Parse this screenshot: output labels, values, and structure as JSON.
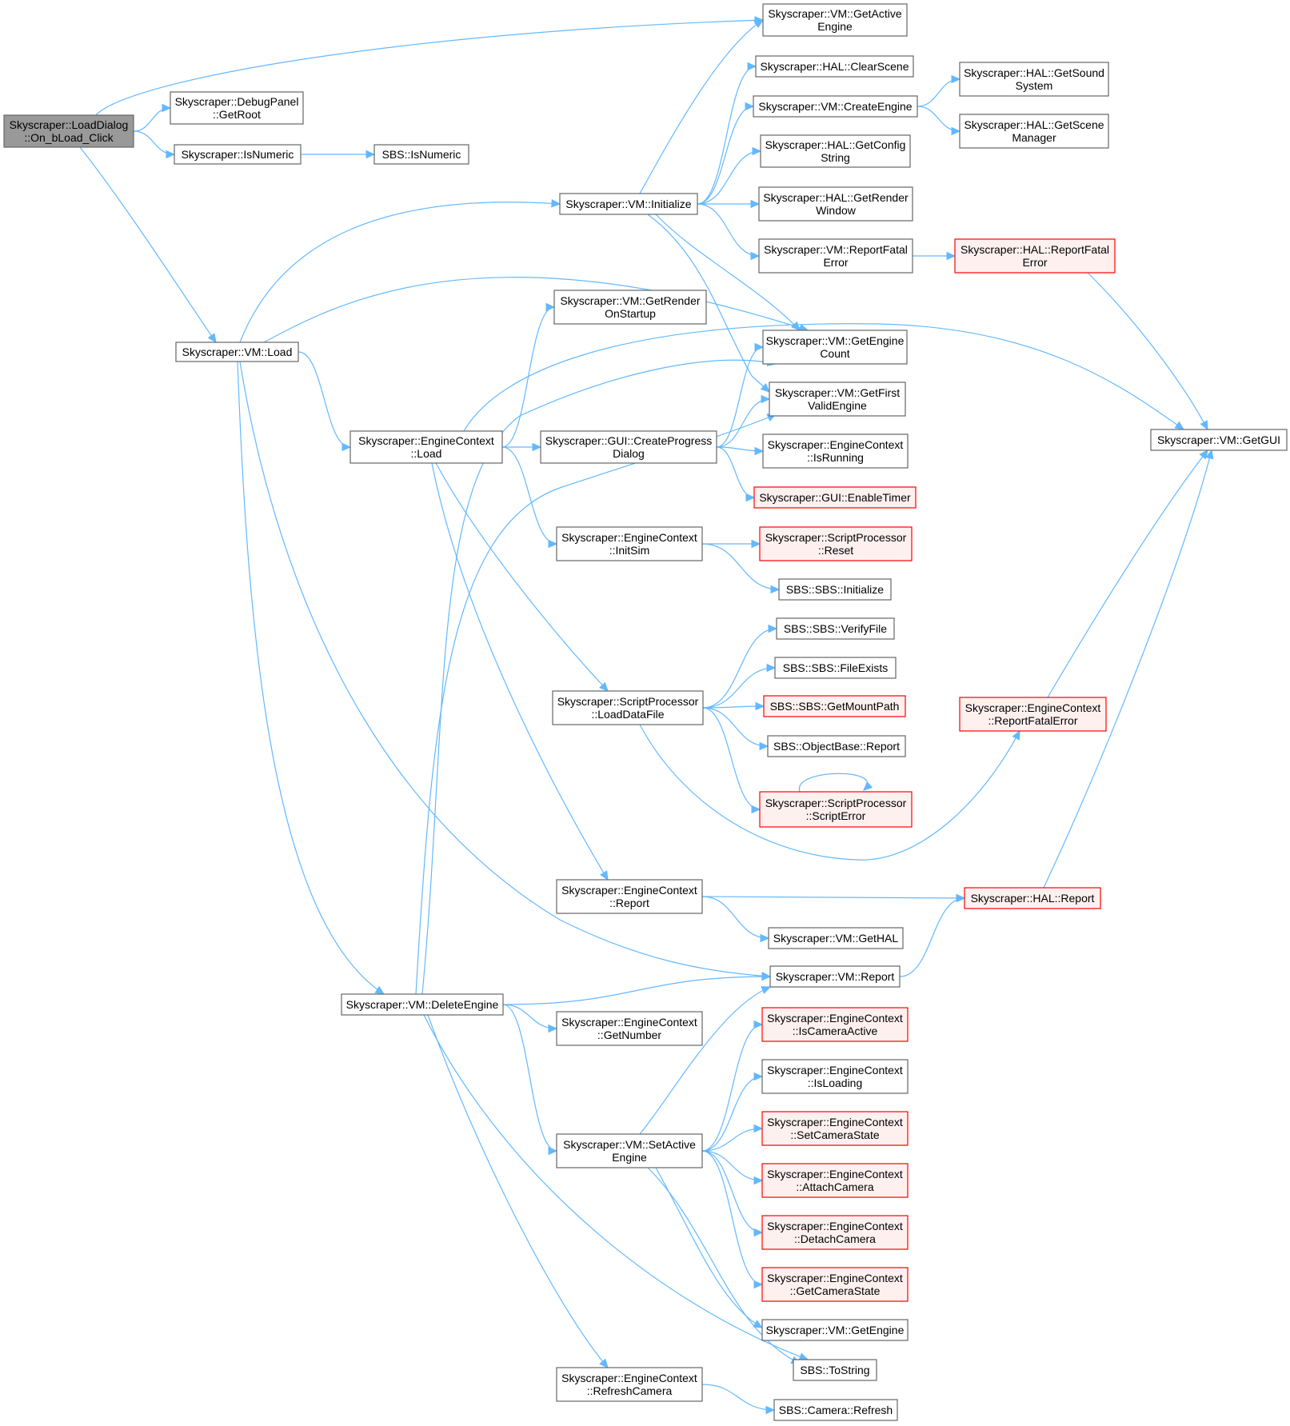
{
  "nodes": [
    {
      "id": "n1",
      "lines": [
        "Skyscraper::LoadDialog",
        "::On_bLoad_Click"
      ],
      "style": "root"
    },
    {
      "id": "n2",
      "lines": [
        "Skyscraper::VM::GetActive",
        "Engine"
      ],
      "style": "normal"
    },
    {
      "id": "n3",
      "lines": [
        "Skyscraper::DebugPanel",
        "::GetRoot"
      ],
      "style": "normal"
    },
    {
      "id": "n4",
      "lines": [
        "Skyscraper::IsNumeric"
      ],
      "style": "normal"
    },
    {
      "id": "n5",
      "lines": [
        "Skyscraper::VM::Load"
      ],
      "style": "normal"
    },
    {
      "id": "n6",
      "lines": [
        "SBS::IsNumeric"
      ],
      "style": "normal"
    },
    {
      "id": "n7",
      "lines": [
        "Skyscraper::HAL::ClearScene"
      ],
      "style": "normal"
    },
    {
      "id": "n8",
      "lines": [
        "Skyscraper::VM::CreateEngine"
      ],
      "style": "normal"
    },
    {
      "id": "n9",
      "lines": [
        "Skyscraper::HAL::GetSound",
        "System"
      ],
      "style": "normal"
    },
    {
      "id": "n10",
      "lines": [
        "Skyscraper::HAL::GetScene",
        "Manager"
      ],
      "style": "normal"
    },
    {
      "id": "n11",
      "lines": [
        "Skyscraper::HAL::GetConfig",
        "String"
      ],
      "style": "normal"
    },
    {
      "id": "n12",
      "lines": [
        "Skyscraper::VM::Initialize"
      ],
      "style": "normal"
    },
    {
      "id": "n13",
      "lines": [
        "Skyscraper::HAL::GetRender",
        "Window"
      ],
      "style": "normal"
    },
    {
      "id": "n14",
      "lines": [
        "Skyscraper::VM::ReportFatal",
        "Error"
      ],
      "style": "normal"
    },
    {
      "id": "n15",
      "lines": [
        "Skyscraper::HAL::ReportFatal",
        "Error"
      ],
      "style": "red"
    },
    {
      "id": "n16",
      "lines": [
        "Skyscraper::VM::GetRender",
        "OnStartup"
      ],
      "style": "normal"
    },
    {
      "id": "n17",
      "lines": [
        "Skyscraper::VM::GetEngine",
        "Count"
      ],
      "style": "normal"
    },
    {
      "id": "n18",
      "lines": [
        "Skyscraper::VM::GetFirst",
        "ValidEngine"
      ],
      "style": "normal"
    },
    {
      "id": "n19",
      "lines": [
        "Skyscraper::EngineContext",
        "::Load"
      ],
      "style": "normal"
    },
    {
      "id": "n20",
      "lines": [
        "Skyscraper::GUI::CreateProgress",
        "Dialog"
      ],
      "style": "normal"
    },
    {
      "id": "n21",
      "lines": [
        "Skyscraper::EngineContext",
        "::IsRunning"
      ],
      "style": "normal"
    },
    {
      "id": "n22",
      "lines": [
        "Skyscraper::VM::GetGUI"
      ],
      "style": "normal"
    },
    {
      "id": "n23",
      "lines": [
        "Skyscraper::GUI::EnableTimer"
      ],
      "style": "red"
    },
    {
      "id": "n24",
      "lines": [
        "Skyscraper::EngineContext",
        "::InitSim"
      ],
      "style": "normal"
    },
    {
      "id": "n25",
      "lines": [
        "Skyscraper::ScriptProcessor",
        "::Reset"
      ],
      "style": "red"
    },
    {
      "id": "n26",
      "lines": [
        "SBS::SBS::Initialize"
      ],
      "style": "normal"
    },
    {
      "id": "n27",
      "lines": [
        "SBS::SBS::VerifyFile"
      ],
      "style": "normal"
    },
    {
      "id": "n28",
      "lines": [
        "SBS::SBS::FileExists"
      ],
      "style": "normal"
    },
    {
      "id": "n29",
      "lines": [
        "Skyscraper::ScriptProcessor",
        "::LoadDataFile"
      ],
      "style": "normal"
    },
    {
      "id": "n30",
      "lines": [
        "SBS::SBS::GetMountPath"
      ],
      "style": "red"
    },
    {
      "id": "n31",
      "lines": [
        "Skyscraper::EngineContext",
        "::ReportFatalError"
      ],
      "style": "red"
    },
    {
      "id": "n32",
      "lines": [
        "SBS::ObjectBase::Report"
      ],
      "style": "normal"
    },
    {
      "id": "n33",
      "lines": [
        "Skyscraper::ScriptProcessor",
        "::ScriptError"
      ],
      "style": "red"
    },
    {
      "id": "n34",
      "lines": [
        "Skyscraper::EngineContext",
        "::Report"
      ],
      "style": "normal"
    },
    {
      "id": "n35",
      "lines": [
        "Skyscraper::HAL::Report"
      ],
      "style": "red"
    },
    {
      "id": "n36",
      "lines": [
        "Skyscraper::VM::GetHAL"
      ],
      "style": "normal"
    },
    {
      "id": "n37",
      "lines": [
        "Skyscraper::VM::Report"
      ],
      "style": "normal"
    },
    {
      "id": "n38",
      "lines": [
        "Skyscraper::VM::DeleteEngine"
      ],
      "style": "normal"
    },
    {
      "id": "n39",
      "lines": [
        "Skyscraper::EngineContext",
        "::GetNumber"
      ],
      "style": "normal"
    },
    {
      "id": "n40",
      "lines": [
        "Skyscraper::EngineContext",
        "::IsCameraActive"
      ],
      "style": "red"
    },
    {
      "id": "n41",
      "lines": [
        "Skyscraper::EngineContext",
        "::IsLoading"
      ],
      "style": "normal"
    },
    {
      "id": "n42",
      "lines": [
        "Skyscraper::VM::SetActive",
        "Engine"
      ],
      "style": "normal"
    },
    {
      "id": "n43",
      "lines": [
        "Skyscraper::EngineContext",
        "::SetCameraState"
      ],
      "style": "red"
    },
    {
      "id": "n44",
      "lines": [
        "Skyscraper::EngineContext",
        "::AttachCamera"
      ],
      "style": "red"
    },
    {
      "id": "n45",
      "lines": [
        "Skyscraper::EngineContext",
        "::DetachCamera"
      ],
      "style": "red"
    },
    {
      "id": "n46",
      "lines": [
        "Skyscraper::EngineContext",
        "::GetCameraState"
      ],
      "style": "red"
    },
    {
      "id": "n47",
      "lines": [
        "Skyscraper::VM::GetEngine"
      ],
      "style": "normal"
    },
    {
      "id": "n48",
      "lines": [
        "SBS::ToString"
      ],
      "style": "normal"
    },
    {
      "id": "n49",
      "lines": [
        "Skyscraper::EngineContext",
        "::RefreshCamera"
      ],
      "style": "normal"
    },
    {
      "id": "n50",
      "lines": [
        "SBS::Camera::Refresh"
      ],
      "style": "normal"
    }
  ],
  "edges": [
    [
      "n1",
      "n2"
    ],
    [
      "n1",
      "n3"
    ],
    [
      "n1",
      "n4"
    ],
    [
      "n1",
      "n5"
    ],
    [
      "n4",
      "n6"
    ],
    [
      "n5",
      "n12"
    ],
    [
      "n5",
      "n17"
    ],
    [
      "n5",
      "n19"
    ],
    [
      "n5",
      "n37"
    ],
    [
      "n5",
      "n38"
    ],
    [
      "n12",
      "n2"
    ],
    [
      "n12",
      "n7"
    ],
    [
      "n12",
      "n8"
    ],
    [
      "n12",
      "n11"
    ],
    [
      "n12",
      "n13"
    ],
    [
      "n12",
      "n14"
    ],
    [
      "n12",
      "n17"
    ],
    [
      "n12",
      "n18"
    ],
    [
      "n8",
      "n9"
    ],
    [
      "n8",
      "n10"
    ],
    [
      "n14",
      "n15"
    ],
    [
      "n15",
      "n22"
    ],
    [
      "n19",
      "n16"
    ],
    [
      "n19",
      "n22"
    ],
    [
      "n19",
      "n20"
    ],
    [
      "n19",
      "n24"
    ],
    [
      "n19",
      "n29"
    ],
    [
      "n19",
      "n34"
    ],
    [
      "n20",
      "n17"
    ],
    [
      "n20",
      "n18"
    ],
    [
      "n20",
      "n21"
    ],
    [
      "n20",
      "n23"
    ],
    [
      "n24",
      "n25"
    ],
    [
      "n24",
      "n26"
    ],
    [
      "n29",
      "n27"
    ],
    [
      "n29",
      "n28"
    ],
    [
      "n29",
      "n30"
    ],
    [
      "n29",
      "n32"
    ],
    [
      "n29",
      "n33"
    ],
    [
      "n29",
      "n31"
    ],
    [
      "n33",
      "n33"
    ],
    [
      "n31",
      "n22"
    ],
    [
      "n34",
      "n35"
    ],
    [
      "n34",
      "n36"
    ],
    [
      "n35",
      "n22"
    ],
    [
      "n37",
      "n35"
    ],
    [
      "n38",
      "n17"
    ],
    [
      "n38",
      "n18"
    ],
    [
      "n38",
      "n37"
    ],
    [
      "n38",
      "n39"
    ],
    [
      "n38",
      "n42"
    ],
    [
      "n38",
      "n48"
    ],
    [
      "n38",
      "n49"
    ],
    [
      "n42",
      "n37"
    ],
    [
      "n42",
      "n40"
    ],
    [
      "n42",
      "n41"
    ],
    [
      "n42",
      "n43"
    ],
    [
      "n42",
      "n44"
    ],
    [
      "n42",
      "n45"
    ],
    [
      "n42",
      "n46"
    ],
    [
      "n42",
      "n47"
    ],
    [
      "n42",
      "n48"
    ],
    [
      "n49",
      "n50"
    ]
  ]
}
